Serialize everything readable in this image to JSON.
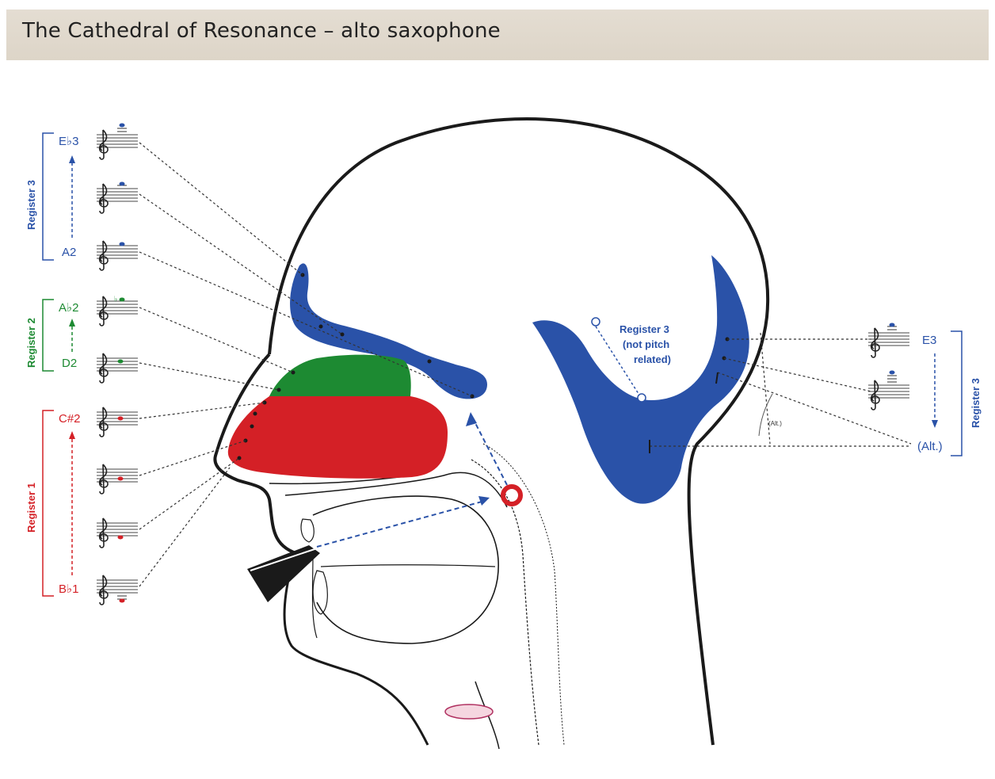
{
  "title": "The Cathedral of Resonance – alto saxophone",
  "colors": {
    "register1": "#d42026",
    "register2": "#1d8a32",
    "register3": "#2a52a8",
    "outline": "#1a1a1a"
  },
  "left_registers": [
    {
      "id": "register3",
      "label": "Register 3",
      "top_note": "E♭3",
      "bottom_note": "A2"
    },
    {
      "id": "register2",
      "label": "Register 2",
      "top_note": "A♭2",
      "bottom_note": "D2"
    },
    {
      "id": "register1",
      "label": "Register 1",
      "top_note": "C#2",
      "bottom_note": "B♭1"
    }
  ],
  "right_register": {
    "label": "Register 3",
    "top_note": "E3",
    "bottom_note": "(Alt.)"
  },
  "annotations": {
    "head_note_line1": "Register 3",
    "head_note_line2": "(not pitch",
    "head_note_line3": "related)",
    "alt_small": "(Alt.)"
  }
}
